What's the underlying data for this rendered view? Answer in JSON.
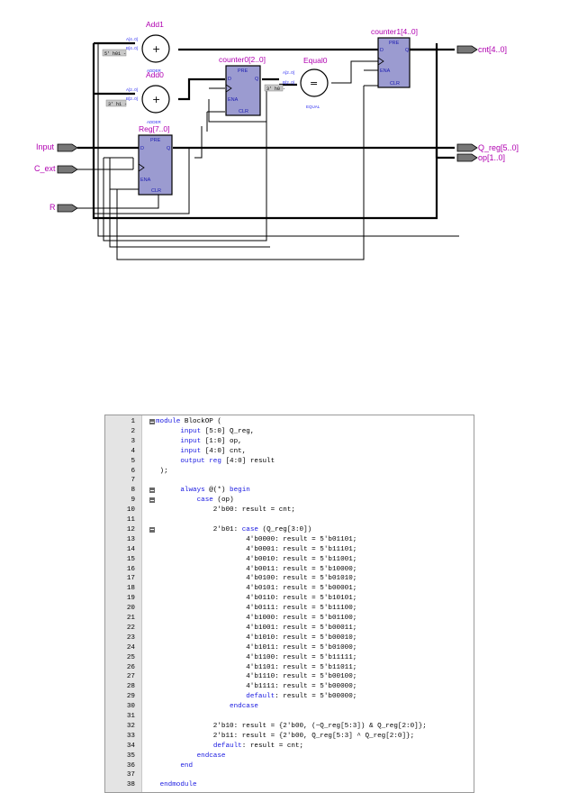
{
  "schematic": {
    "inputs": [
      "Input",
      "C_ext",
      "R"
    ],
    "outputs": [
      "cnt[4..0]",
      "Q_reg[5..0]",
      "op[1..0]"
    ],
    "adders": [
      {
        "name": "Add1",
        "symbol": "+",
        "type": "ADDER",
        "in_a": "A[4..0]",
        "in_b": "B[4..0]",
        "const": "5' h01 -"
      },
      {
        "name": "Add0",
        "symbol": "+",
        "type": "ADDER",
        "in_a": "A[2..0]",
        "in_b": "B[2..0]",
        "const": "3' h1 -"
      }
    ],
    "comparator": {
      "name": "Equal0",
      "symbol": "=",
      "type": "EQUAL",
      "in_a": "A[2..0]",
      "in_b": "B[2..0]",
      "const": "3' h0 -"
    },
    "registers": [
      {
        "name": "counter1[4..0]",
        "pins": [
          "PRE",
          "D",
          "Q",
          "ENA",
          "CLR"
        ]
      },
      {
        "name": "counter0[2..0]",
        "pins": [
          "PRE",
          "D",
          "Q",
          "ENA",
          "CLR"
        ]
      },
      {
        "name": "Reg[7..0]",
        "pins": [
          "PRE",
          "D",
          "Q",
          "ENA",
          "CLR"
        ]
      }
    ]
  },
  "code": {
    "lines": [
      {
        "n": "1",
        "fold": true,
        "text": "module BlockOP ("
      },
      {
        "n": "2",
        "fold": false,
        "text": "      input [5:0] Q_reg,"
      },
      {
        "n": "3",
        "fold": false,
        "text": "      input [1:0] op,"
      },
      {
        "n": "4",
        "fold": false,
        "text": "      input [4:0] cnt,"
      },
      {
        "n": "5",
        "fold": false,
        "text": "      output reg [4:0] result"
      },
      {
        "n": "6",
        "fold": false,
        "text": " );"
      },
      {
        "n": "7",
        "fold": false,
        "text": ""
      },
      {
        "n": "8",
        "fold": true,
        "text": "      always @(*) begin"
      },
      {
        "n": "9",
        "fold": true,
        "text": "          case (op)"
      },
      {
        "n": "10",
        "fold": false,
        "text": "              2'b00: result = cnt;"
      },
      {
        "n": "11",
        "fold": false,
        "text": ""
      },
      {
        "n": "12",
        "fold": true,
        "text": "              2'b01: case (Q_reg[3:0])"
      },
      {
        "n": "13",
        "fold": false,
        "text": "                      4'b0000: result = 5'b01101;"
      },
      {
        "n": "14",
        "fold": false,
        "text": "                      4'b0001: result = 5'b11101;"
      },
      {
        "n": "15",
        "fold": false,
        "text": "                      4'b0010: result = 5'b11001;"
      },
      {
        "n": "16",
        "fold": false,
        "text": "                      4'b0011: result = 5'b10000;"
      },
      {
        "n": "17",
        "fold": false,
        "text": "                      4'b0100: result = 5'b01010;"
      },
      {
        "n": "18",
        "fold": false,
        "text": "                      4'b0101: result = 5'b00001;"
      },
      {
        "n": "19",
        "fold": false,
        "text": "                      4'b0110: result = 5'b10101;"
      },
      {
        "n": "20",
        "fold": false,
        "text": "                      4'b0111: result = 5'b11100;"
      },
      {
        "n": "21",
        "fold": false,
        "text": "                      4'b1000: result = 5'b01100;"
      },
      {
        "n": "22",
        "fold": false,
        "text": "                      4'b1001: result = 5'b00011;"
      },
      {
        "n": "23",
        "fold": false,
        "text": "                      4'b1010: result = 5'b00010;"
      },
      {
        "n": "24",
        "fold": false,
        "text": "                      4'b1011: result = 5'b01000;"
      },
      {
        "n": "25",
        "fold": false,
        "text": "                      4'b1100: result = 5'b11111;"
      },
      {
        "n": "26",
        "fold": false,
        "text": "                      4'b1101: result = 5'b11011;"
      },
      {
        "n": "27",
        "fold": false,
        "text": "                      4'b1110: result = 5'b00100;"
      },
      {
        "n": "28",
        "fold": false,
        "text": "                      4'b1111: result = 5'b00000;"
      },
      {
        "n": "29",
        "fold": false,
        "text": "                      default: result = 5'b00000;"
      },
      {
        "n": "30",
        "fold": false,
        "text": "                  endcase"
      },
      {
        "n": "31",
        "fold": false,
        "text": ""
      },
      {
        "n": "32",
        "fold": false,
        "text": "              2'b10: result = {2'b00, (~Q_reg[5:3]) & Q_reg[2:0]};"
      },
      {
        "n": "33",
        "fold": false,
        "text": "              2'b11: result = {2'b00, Q_reg[5:3] ^ Q_reg[2:0]};"
      },
      {
        "n": "34",
        "fold": false,
        "text": "              default: result = cnt;"
      },
      {
        "n": "35",
        "fold": false,
        "text": "          endcase"
      },
      {
        "n": "36",
        "fold": false,
        "text": "      end"
      },
      {
        "n": "37",
        "fold": false,
        "text": ""
      },
      {
        "n": "38",
        "fold": false,
        "text": " endmodule"
      }
    ],
    "keywords": [
      "module",
      "input",
      "output",
      "reg",
      "always",
      "begin",
      "case",
      "endcase",
      "default",
      "end",
      "endmodule"
    ]
  },
  "colors": {
    "label": "#b000b0",
    "register_fill": "#9b9bd0",
    "pin_text": "#1b1bb0",
    "keyword": "#1a1ae0",
    "gutter": "#e4e4e4"
  }
}
